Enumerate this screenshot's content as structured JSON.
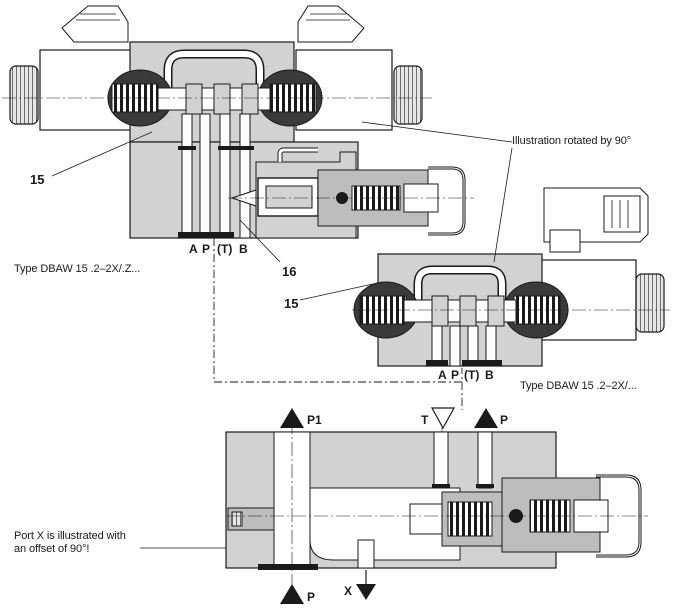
{
  "callouts": {
    "upper_valve_number": "15",
    "pilot_valve_number": "16",
    "rotated_valve_number": "15"
  },
  "captions": {
    "rotated_note": "Illustration rotated by 90°",
    "type_left": "Type DBAW 15 .2–2X/.Z...",
    "type_right": "Type DBAW 15 .2–2X/...",
    "port_x_note": "Port X is illustrated with an offset of 90°!"
  },
  "ports": {
    "upper": {
      "a": "A",
      "p": "P",
      "t": "(T)",
      "b": "B"
    },
    "rotated": {
      "a": "A",
      "p": "P",
      "t": "(T)",
      "b": "B"
    },
    "base": {
      "p1": "P1",
      "t": "T",
      "p_top": "P",
      "p_bottom": "P",
      "x": "X"
    }
  },
  "colors": {
    "body": "#d2d2d2",
    "body_dark": "#bdbdbd",
    "line": "#1a1a1a",
    "channel": "#ffffff",
    "coil": "#3a3a3a"
  }
}
